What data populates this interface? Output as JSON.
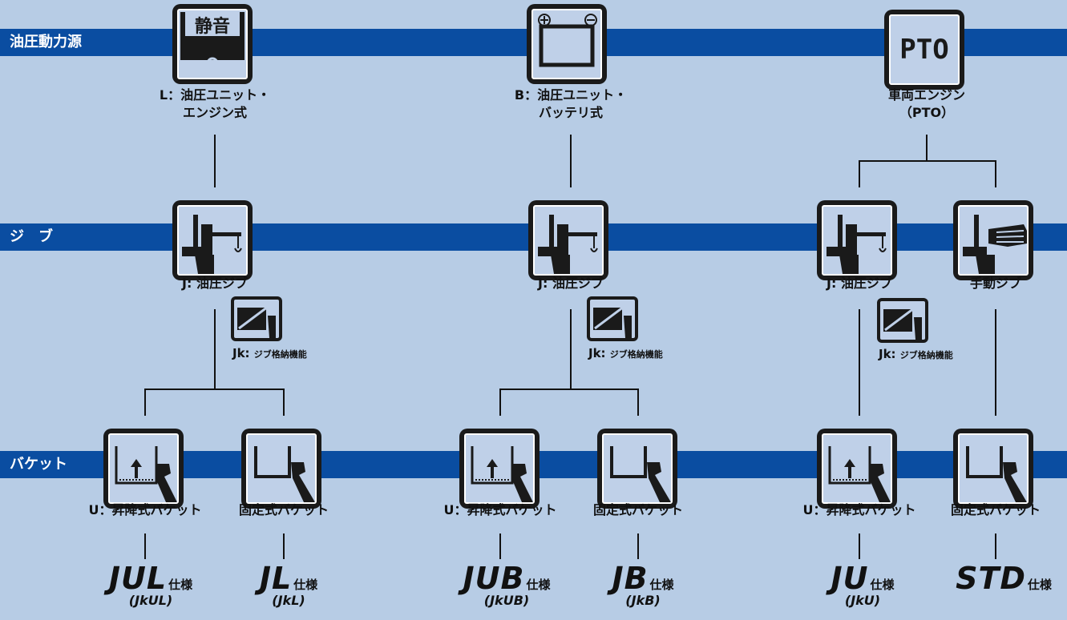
{
  "bands": {
    "power_source": "油圧動力源",
    "jib": "ジ　ブ",
    "bucket": "バケット"
  },
  "power": {
    "silent_icon_text": "静音",
    "pto_icon_text": "PTO",
    "l_caption_1": "L：油圧ユニット・",
    "l_caption_2": "エンジン式",
    "b_caption_1": "B：油圧ユニット・",
    "b_caption_2": "バッテリ式",
    "pto_caption_1": "車両エンジン",
    "pto_caption_2": "（PTO）"
  },
  "jib": {
    "hydraulic": "J: 油圧ジブ",
    "manual": "手動ジブ",
    "stow_code": "Jk:",
    "stow_label": "ジブ格納機能"
  },
  "bucket": {
    "lift": "U：昇降式バケット",
    "fixed": "固定式バケット"
  },
  "specs": {
    "suffix": "仕様",
    "items": [
      {
        "code": "JUL",
        "sub": "(JkUL)"
      },
      {
        "code": "JL",
        "sub": "(JkL)"
      },
      {
        "code": "JUB",
        "sub": "(JkUB)"
      },
      {
        "code": "JB",
        "sub": "(JkB)"
      },
      {
        "code": "JU",
        "sub": "(JkU)"
      },
      {
        "code": "STD",
        "sub": ""
      }
    ]
  }
}
